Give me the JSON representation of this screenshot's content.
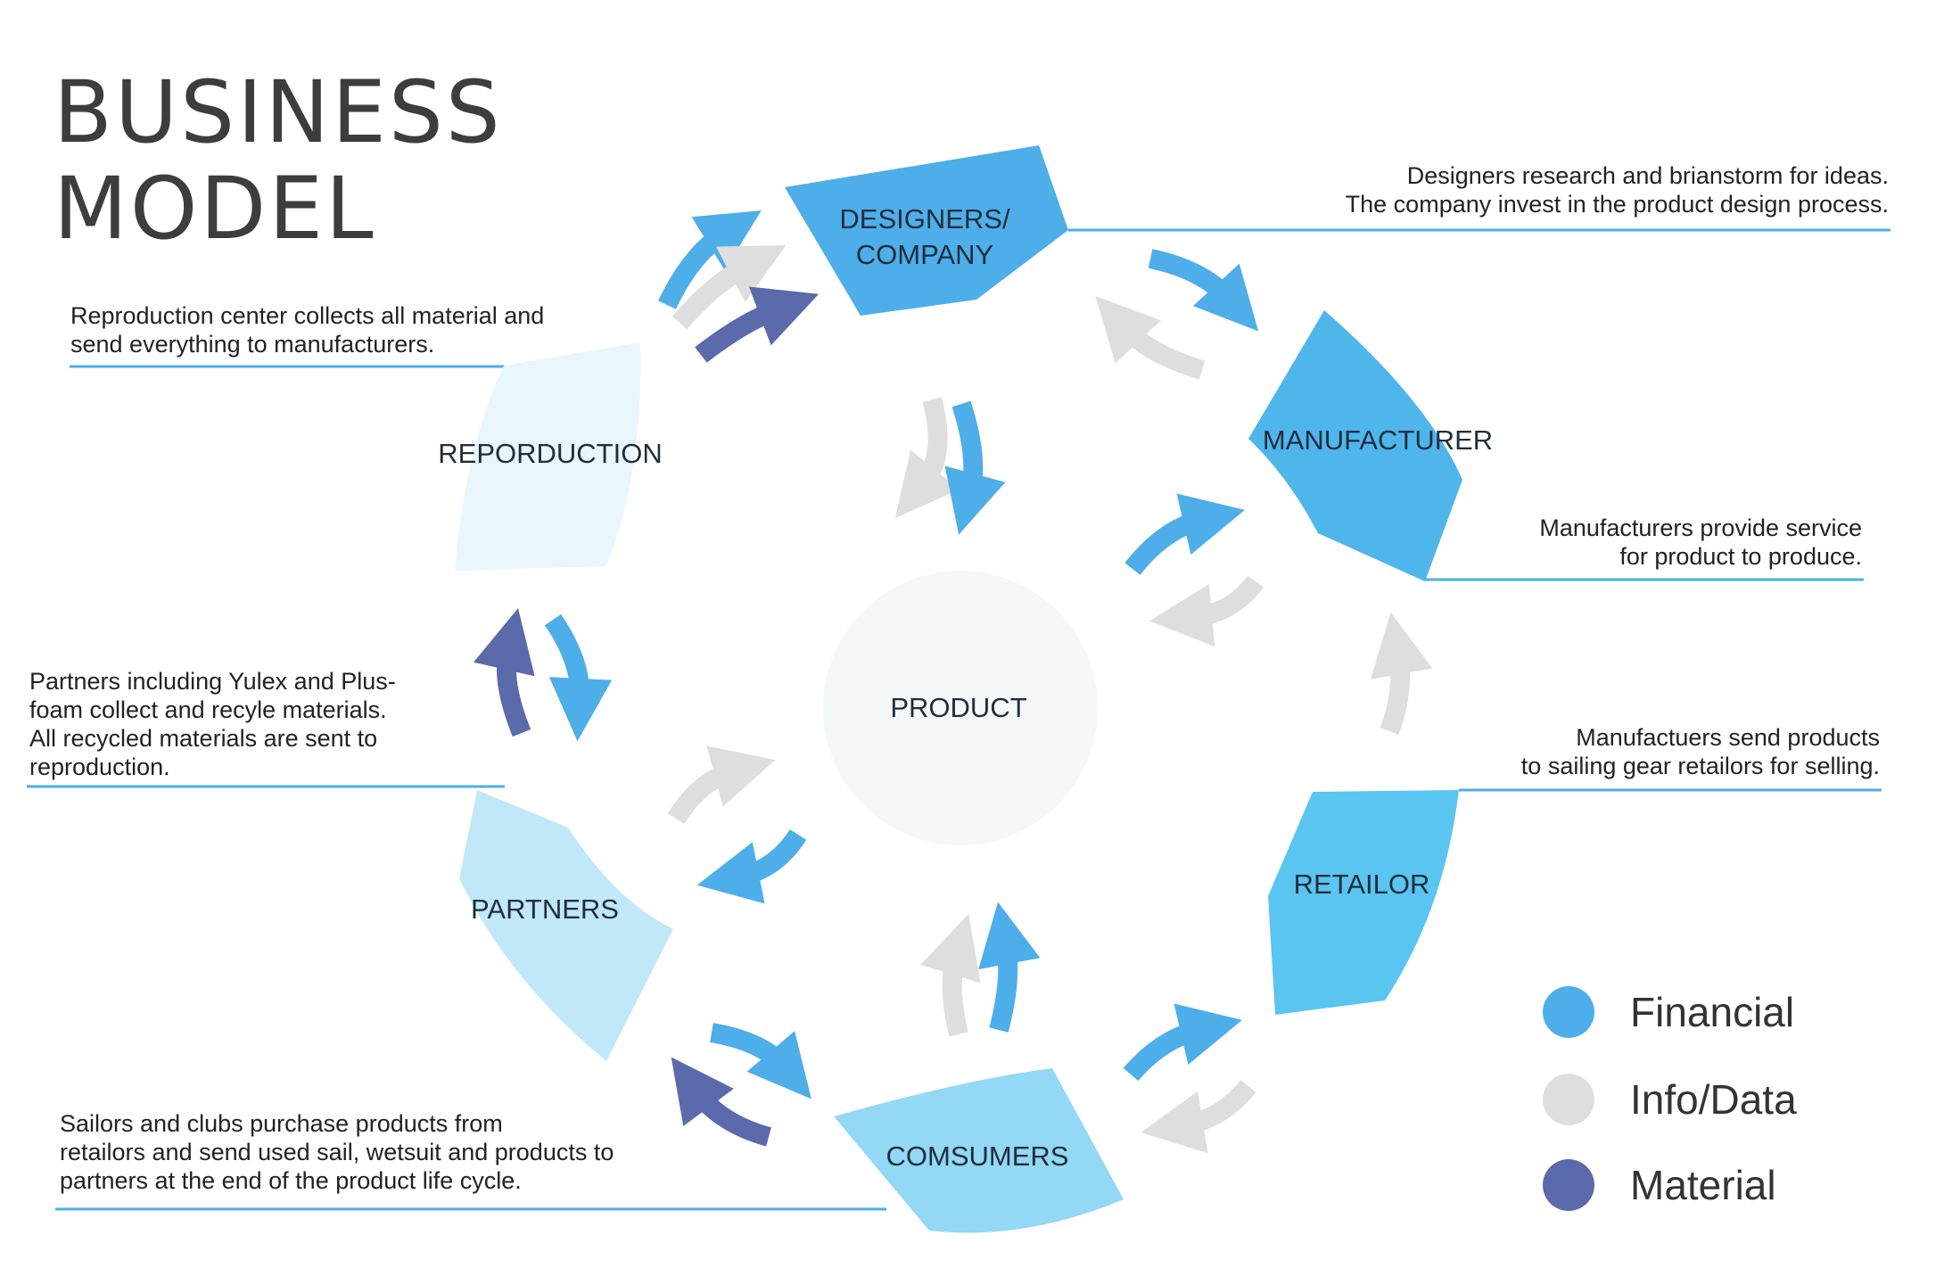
{
  "title": [
    "BUSINESS",
    "MODEL"
  ],
  "colors": {
    "financial": "#4eaee9",
    "info": "#dedede",
    "material": "#5b6aab",
    "leader_line": "#4eaee9"
  },
  "nodes": {
    "designers": {
      "lines": [
        "DESIGNERS/",
        "COMPANY"
      ],
      "fill": "#4eaee9"
    },
    "manufacturer": {
      "lines": [
        "MANUFACTURER"
      ],
      "fill": "#4fb6ec"
    },
    "retailor": {
      "lines": [
        "RETAILOR"
      ],
      "fill": "#5ac5f0"
    },
    "consumers": {
      "lines": [
        "COMSUMERS"
      ],
      "fill": "#93d8f5"
    },
    "partners": {
      "lines": [
        "PARTNERS"
      ],
      "fill": "#c1e8f8"
    },
    "reproduction": {
      "lines": [
        "REPORDUCTION"
      ],
      "fill": "#e9f6fc"
    },
    "product": {
      "lines": [
        "PRODUCT"
      ],
      "fill": "#f6f7f7"
    }
  },
  "notes": {
    "designers": [
      "Designers research and brianstorm for ideas.",
      "The company invest in the product design process."
    ],
    "manufacturer": [
      "Manufacturers provide service",
      "for product to produce."
    ],
    "retailor": [
      "Manufactuers send products",
      "to sailing gear retailors for selling."
    ],
    "reproduction": [
      "Reproduction center collects all material and",
      "send everything to manufacturers."
    ],
    "partners": [
      "Partners including Yulex and Plus-",
      "foam collect and recyle materials.",
      "All recycled materials are sent to",
      "reproduction."
    ],
    "consumers": [
      "Sailors and clubs purchase products from",
      "retailors and send used sail, wetsuit and products to",
      "partners at the end of the product life cycle."
    ]
  },
  "legend": [
    {
      "label": "Financial",
      "color": "#4eaee9"
    },
    {
      "label": "Info/Data",
      "color": "#dedede"
    },
    {
      "label": "Material",
      "color": "#5b6aab"
    }
  ]
}
